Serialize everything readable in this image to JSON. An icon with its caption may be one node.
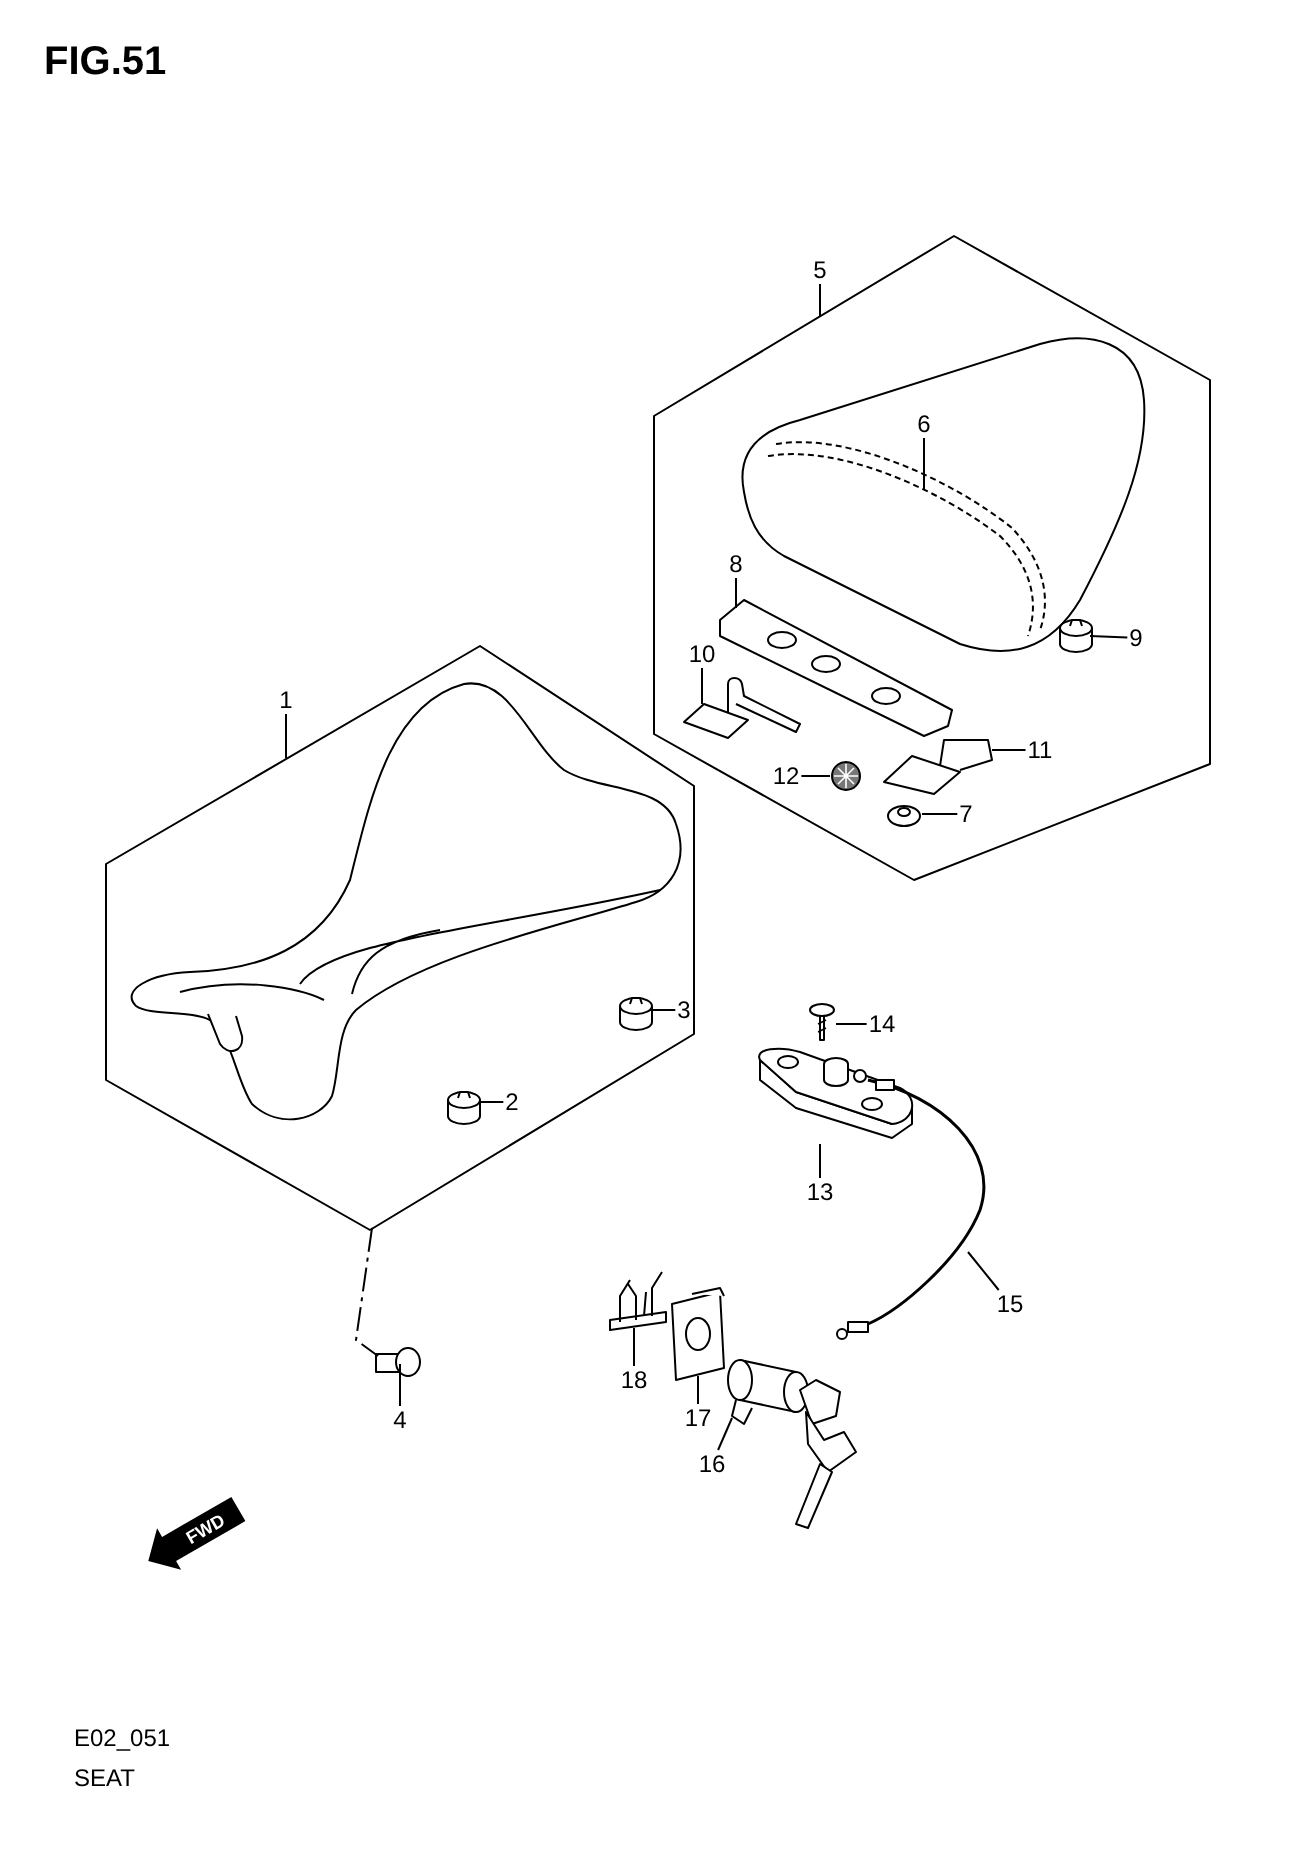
{
  "diagram": {
    "title": "FIG.51",
    "nodes": [
      {
        "text": [
          "5"
        ]
      },
      {
        "text": [],
        "shape": "box"
      },
      {
        "text": [
          "6"
        ],
        "in": 3
      },
      {
        "text": [],
        "shape": "picture",
        "in": 1
      },
      {
        "text": [
          "8"
        ],
        "in": 1
      },
      {
        "text": [],
        "shape": "picture",
        "in": 1
      },
      {
        "text": [
          "9"
        ],
        "in": 1
      },
      {
        "text": [],
        "shape": "cylinder",
        "in": 1
      },
      {
        "text": [
          "10"
        ],
        "in": 1
      },
      {
        "text": [],
        "shape": "picture",
        "in": 1
      },
      {
        "text": [
          "11"
        ],
        "in": 1
      },
      {
        "text": [],
        "shape": "picture",
        "in": 1
      },
      {
        "text": [
          "12"
        ],
        "in": 1
      },
      {
        "text": [],
        "shape": "picture",
        "in": 1
      },
      {
        "text": [
          "7"
        ],
        "in": 1
      },
      {
        "text": [],
        "shape": "picture",
        "in": 1
      },
      {
        "text": [
          "1"
        ]
      },
      {
        "text": [],
        "shape": "box"
      },
      {
        "text": [
          "3"
        ],
        "in": 17
      },
      {
        "text": [],
        "shape": "cylinder",
        "in": 17
      },
      {
        "text": [
          "2"
        ],
        "in": 17
      },
      {
        "text": [],
        "shape": "cylinder",
        "in": 17
      },
      {
        "text": [
          "14"
        ]
      },
      {
        "text": [],
        "shape": "picture"
      },
      {
        "text": [
          "13"
        ]
      },
      {
        "text": [],
        "shape": "picture"
      },
      {
        "text": [
          "15"
        ]
      },
      {
        "text": [],
        "shape": "picture"
      },
      {
        "text": [
          "18"
        ]
      },
      {
        "text": [],
        "shape": "picture"
      },
      {
        "text": [
          "17"
        ]
      },
      {
        "text": [],
        "shape": "picture"
      },
      {
        "text": [
          "16"
        ]
      },
      {
        "text": [],
        "shape": "picture"
      },
      {
        "text": [
          "4"
        ]
      },
      {
        "text": [],
        "shape": "picture"
      }
    ],
    "edges": [
      {
        "from": 0,
        "to": 1,
        "arrow": "none"
      },
      {
        "from": 2,
        "to": 3,
        "arrow": "none"
      },
      {
        "from": 4,
        "to": 5,
        "arrow": "none"
      },
      {
        "from": 6,
        "to": 7,
        "arrow": "none"
      },
      {
        "from": 8,
        "to": 9,
        "arrow": "none"
      },
      {
        "from": 10,
        "to": 11,
        "arrow": "none"
      },
      {
        "from": 12,
        "to": 13,
        "arrow": "none"
      },
      {
        "from": 14,
        "to": 15,
        "arrow": "none"
      },
      {
        "from": 16,
        "to": 17,
        "arrow": "none"
      },
      {
        "from": 18,
        "to": 19,
        "arrow": "none"
      },
      {
        "from": 20,
        "to": 21,
        "arrow": "none"
      },
      {
        "from": 22,
        "to": 23,
        "arrow": "none"
      },
      {
        "from": 24,
        "to": 25,
        "arrow": "none"
      },
      {
        "from": 26,
        "to": 27,
        "arrow": "none"
      },
      {
        "from": 28,
        "to": 29,
        "arrow": "none"
      },
      {
        "from": 30,
        "to": 31,
        "arrow": "none"
      },
      {
        "from": 32,
        "to": 33,
        "arrow": "none"
      },
      {
        "from": 34,
        "to": 35,
        "arrow": "none"
      },
      {
        "from": 17,
        "to": 35,
        "arrow": "none",
        "style": "dashed"
      }
    ],
    "labels": [
      "FWD",
      "E02_051",
      "SEAT"
    ]
  }
}
